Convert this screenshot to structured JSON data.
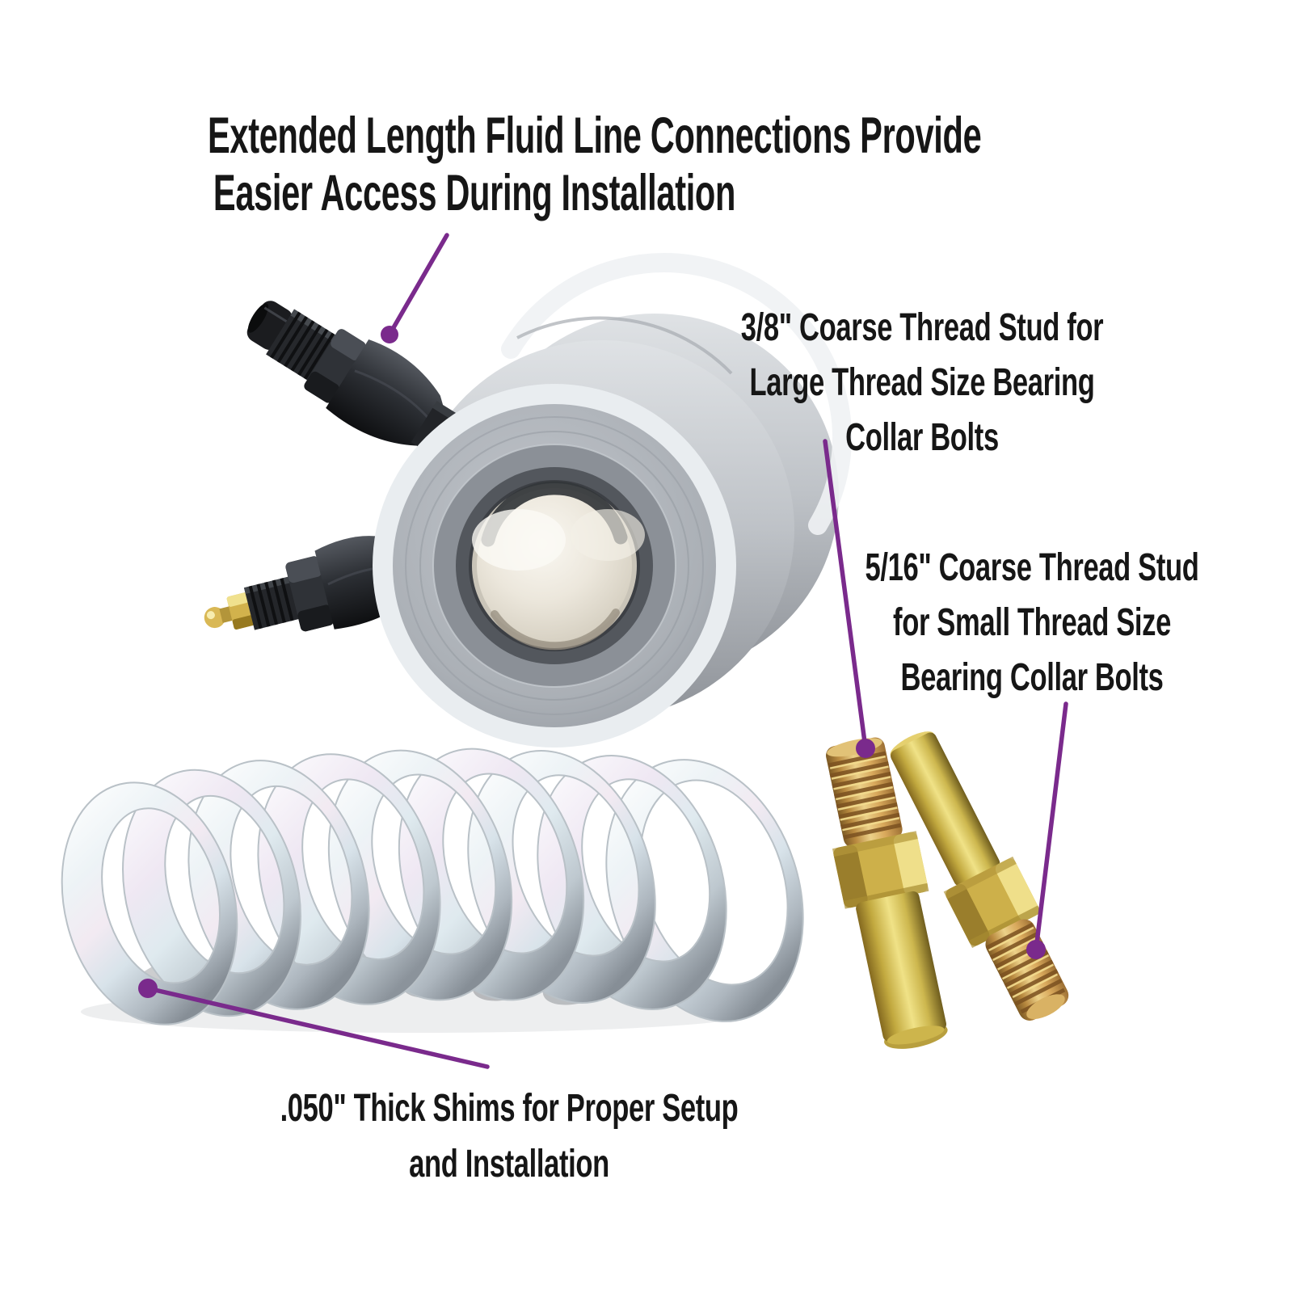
{
  "canvas": {
    "background": "#ffffff"
  },
  "colors": {
    "accent_callout_purple": "#7a2a8c",
    "text_black": "#161616",
    "bearing_gray": "#a9aeb4",
    "fitting_black": "#1e2023",
    "stud_gold": "#d0b44e",
    "shim_silver": "#e4ebef"
  },
  "annotations": {
    "fluid_line": {
      "lines": [
        "Extended Length Fluid Line Connections Provide",
        "Easier Access During Installation"
      ]
    },
    "stud_38": {
      "lines": [
        "3/8\" Coarse Thread Stud for",
        "Large Thread Size Bearing",
        "Collar Bolts"
      ]
    },
    "stud_516": {
      "lines": [
        "5/16\" Coarse Thread Stud",
        "for Small Thread Size",
        "Bearing Collar Bolts"
      ]
    },
    "shims": {
      "lines": [
        ".050\" Thick Shims for Proper Setup",
        "and Installation"
      ]
    }
  }
}
